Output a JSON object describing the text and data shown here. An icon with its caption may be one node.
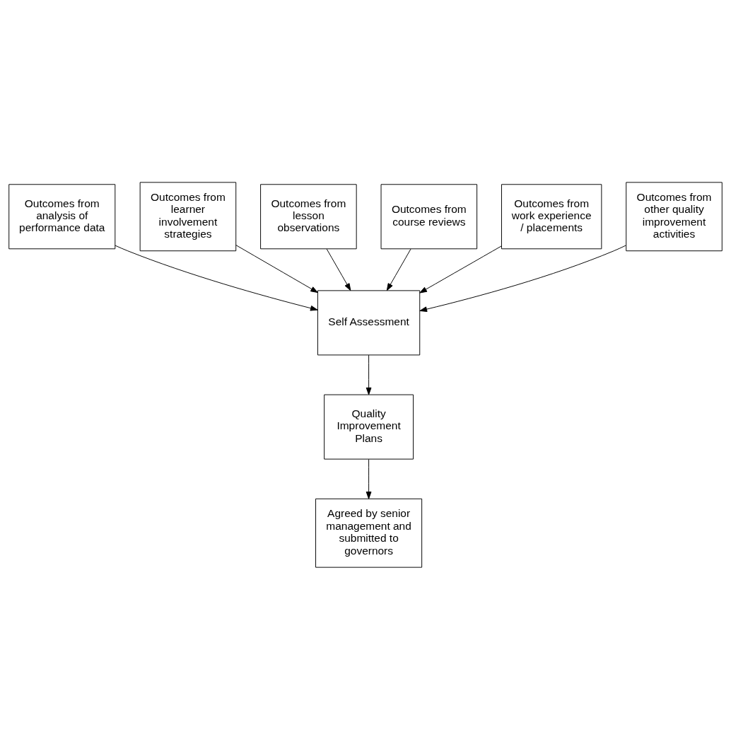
{
  "diagram": {
    "nodes": [
      {
        "text": [
          "Outcomes from analysis of performance data"
        ]
      },
      {
        "text": [
          "Outcomes from learner involvement strategies"
        ]
      },
      {
        "text": [
          "Outcomes from lesson observations"
        ]
      },
      {
        "text": [
          "Outcomes from course reviews"
        ]
      },
      {
        "text": [
          "Self Assessment"
        ]
      },
      {
        "text": [
          "Outcomes from work experience / placements"
        ]
      },
      {
        "text": [
          "Outcomes from other quality improvement activities"
        ]
      },
      {
        "text": [
          "Quality Improvement Plans"
        ]
      },
      {
        "text": [
          "Agreed by senior management and submitted to governors"
        ]
      }
    ],
    "edges": [
      {
        "from": 0,
        "to": 4,
        "arrow": "to"
      },
      {
        "from": 1,
        "to": 4,
        "arrow": "to"
      },
      {
        "from": 2,
        "to": 4,
        "arrow": "to"
      },
      {
        "from": 3,
        "to": 4,
        "arrow": "to"
      },
      {
        "from": 5,
        "to": 4,
        "arrow": "to"
      },
      {
        "from": 6,
        "to": 4,
        "arrow": "to"
      },
      {
        "from": 4,
        "to": 7,
        "arrow": "to"
      },
      {
        "from": 7,
        "to": 8,
        "arrow": "to"
      }
    ]
  }
}
